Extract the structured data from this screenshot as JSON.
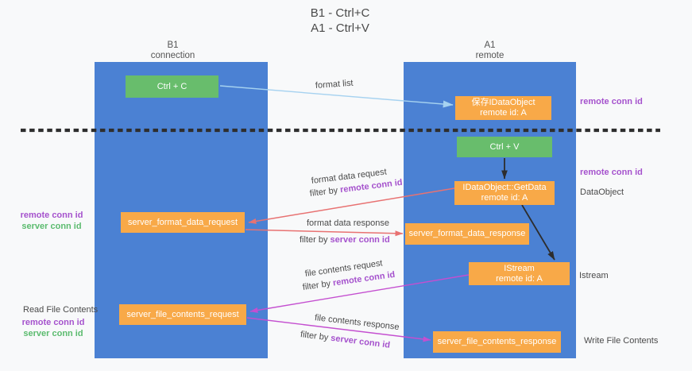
{
  "title": {
    "line1": "B1 - Ctrl+C",
    "line2": "A1 - Ctrl+V"
  },
  "palette": {
    "column_blue": "#4b81d3",
    "box_orange": "#f8a948",
    "box_green": "#68bd6c",
    "purple": "#a552cd",
    "green_label": "#5bbb6e",
    "red_arrow": "#e87272",
    "magenta_arrow": "#c44fd0",
    "blue_arrow": "#a6d2f0",
    "black_arrow": "#2d2d2d",
    "ink": "#4a4a4a",
    "bg": "#f8f9fa",
    "box_text": "#ffffff"
  },
  "columns": {
    "left": {
      "name": "B1",
      "role": "connection"
    },
    "right": {
      "name": "A1",
      "role": "remote"
    }
  },
  "boxes": {
    "ctrl_c": {
      "label": "Ctrl + C"
    },
    "ctrl_v": {
      "label": "Ctrl + V"
    },
    "save_dataobject": {
      "line1": "保存IDataObject",
      "line2": "remote id: A"
    },
    "getdata": {
      "line1": "IDataObject::GetData",
      "line2": "remote id: A"
    },
    "istream": {
      "line1": "IStream",
      "line2": "remote id: A"
    },
    "format_request": {
      "label": "server_format_data_request"
    },
    "format_response": {
      "label": "server_format_data_response"
    },
    "file_request": {
      "label": "server_file_contents_request"
    },
    "file_response": {
      "label": "server_file_contents_response"
    }
  },
  "arrow_labels": {
    "format_list": "format list",
    "format_request": {
      "line1": "format data request",
      "filter_prefix": "filter by ",
      "filter_key": "remote conn id"
    },
    "format_response": {
      "line1": "format data response",
      "filter_prefix": "filter by ",
      "filter_key": "server conn id"
    },
    "file_request": {
      "line1": "file contents request",
      "filter_prefix": "filter by ",
      "filter_key": "remote conn id"
    },
    "file_response": {
      "line1": "file contents response",
      "filter_prefix": "filter by ",
      "filter_key": "server conn id"
    }
  },
  "side_labels": {
    "remote_conn_id": "remote conn id",
    "server_conn_id": "server conn id",
    "dataobject": "DataObject",
    "istream": "Istream",
    "read_file_contents": "Read File Contents",
    "write_file_contents": "Write File Contents"
  }
}
